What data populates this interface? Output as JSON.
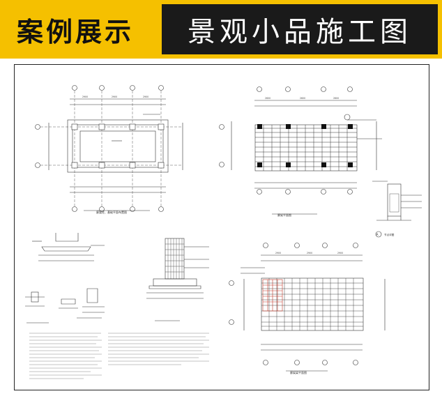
{
  "banner": {
    "left_title": "案例展示",
    "right_title": "景观小品施工图"
  },
  "drawings": {
    "foundation_plan_title": "廊架柱、基础平面布置图",
    "roof_plan_title": "廊架平面图",
    "detail_a_label": "A",
    "detail_a_title": "节点详图",
    "frame_plan_title": "廊架梁平面图"
  },
  "colors": {
    "banner_yellow": "#f5c000",
    "banner_dark": "#1a1a1a",
    "line": "#333333"
  }
}
